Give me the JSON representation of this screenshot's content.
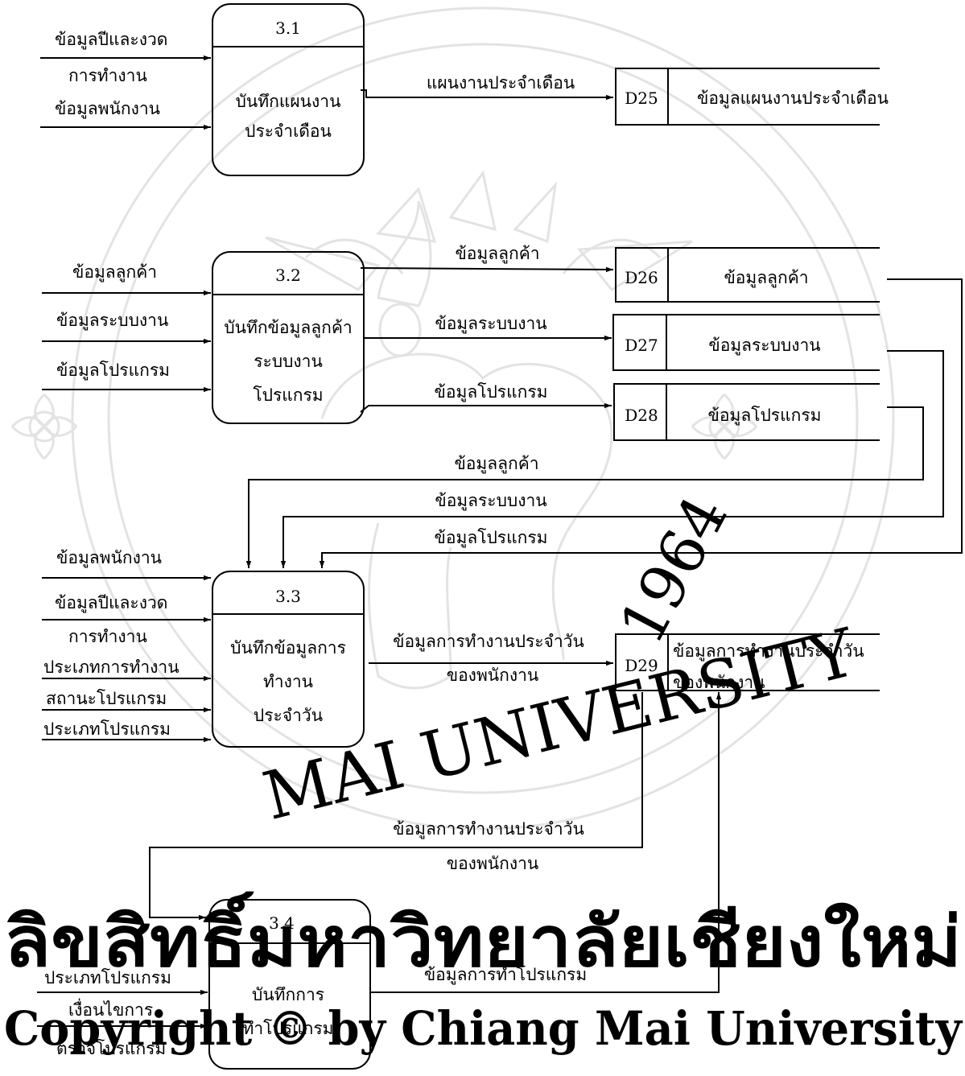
{
  "processes": {
    "p31": {
      "id": "3.1",
      "line1": "บันทึกแผนงาน",
      "line2": "ประจำเดือน"
    },
    "p32": {
      "id": "3.2",
      "line1": "บันทึกข้อมูลลูกค้า",
      "line2": "ระบบงาน",
      "line3": "โปรแกรม"
    },
    "p33": {
      "id": "3.3",
      "line1": "บันทึกข้อมูลการ",
      "line2": "ทำงาน",
      "line3": "ประจำวัน"
    },
    "p34": {
      "id": "3.4",
      "line1": "บันทึกการ",
      "line2": "ทำโปรแกรม"
    }
  },
  "stores": {
    "d25": {
      "id": "D25",
      "name": "ข้อมูลแผนงานประจำเดือน"
    },
    "d26": {
      "id": "D26",
      "name": "ข้อมูลลูกค้า"
    },
    "d27": {
      "id": "D27",
      "name": "ข้อมูลระบบงาน"
    },
    "d28": {
      "id": "D28",
      "name": "ข้อมูลโปรแกรม"
    },
    "d29": {
      "id": "D29",
      "name_line1": "ข้อมูลการทำงานประจำวัน",
      "name_line2": "ของพนักงาน"
    }
  },
  "inputs": {
    "p31_year_period_1": "ข้อมูลปีและงวด",
    "p31_year_period_2": "การทำงาน",
    "p31_employee": "ข้อมูลพนักงาน",
    "p32_customer": "ข้อมูลลูกค้า",
    "p32_system": "ข้อมูลระบบงาน",
    "p32_program": "ข้อมูลโปรแกรม",
    "p33_employee": "ข้อมูลพนักงาน",
    "p33_year_period_1": "ข้อมูลปีและงวด",
    "p33_year_period_2": "การทำงาน",
    "p33_work_type": "ประเภทการทำงาน",
    "p33_program_status": "สถานะโปรแกรม",
    "p33_program_type": "ประเภทโปรแกรม",
    "p34_program_type": "ประเภทโปรแกรม",
    "p34_condition_1": "เงื่อนไขการ",
    "p34_condition_2": "ตรวจโปรแกรม"
  },
  "flows": {
    "p31_to_d25": "แผนงานประจำเดือน",
    "p32_to_d26": "ข้อมูลลูกค้า",
    "p32_to_d27": "ข้อมูลระบบงาน",
    "p32_to_d28": "ข้อมูลโปรแกรม",
    "d_to_p33_customer": "ข้อมูลลูกค้า",
    "d_to_p33_system": "ข้อมูลระบบงาน",
    "d_to_p33_program": "ข้อมูลโปรแกรม",
    "p33_to_d29_1": "ข้อมูลการทำงานประจำวัน",
    "p33_to_d29_2": "ของพนักงาน",
    "d29_to_p34_1": "ข้อมูลการทำงานประจำวัน",
    "d29_to_p34_2": "ของพนักงาน",
    "p34_to_d29": "ข้อมูลการทำโปรแกรม"
  },
  "watermark": {
    "thai": "ลิขสิทธิ์มหาวิทยาลัยเชียงใหม่",
    "copyright": "Copyright © by Chiang Mai University",
    "seal_text": "MAI UNIVERSITY",
    "seal_year": "1964"
  }
}
